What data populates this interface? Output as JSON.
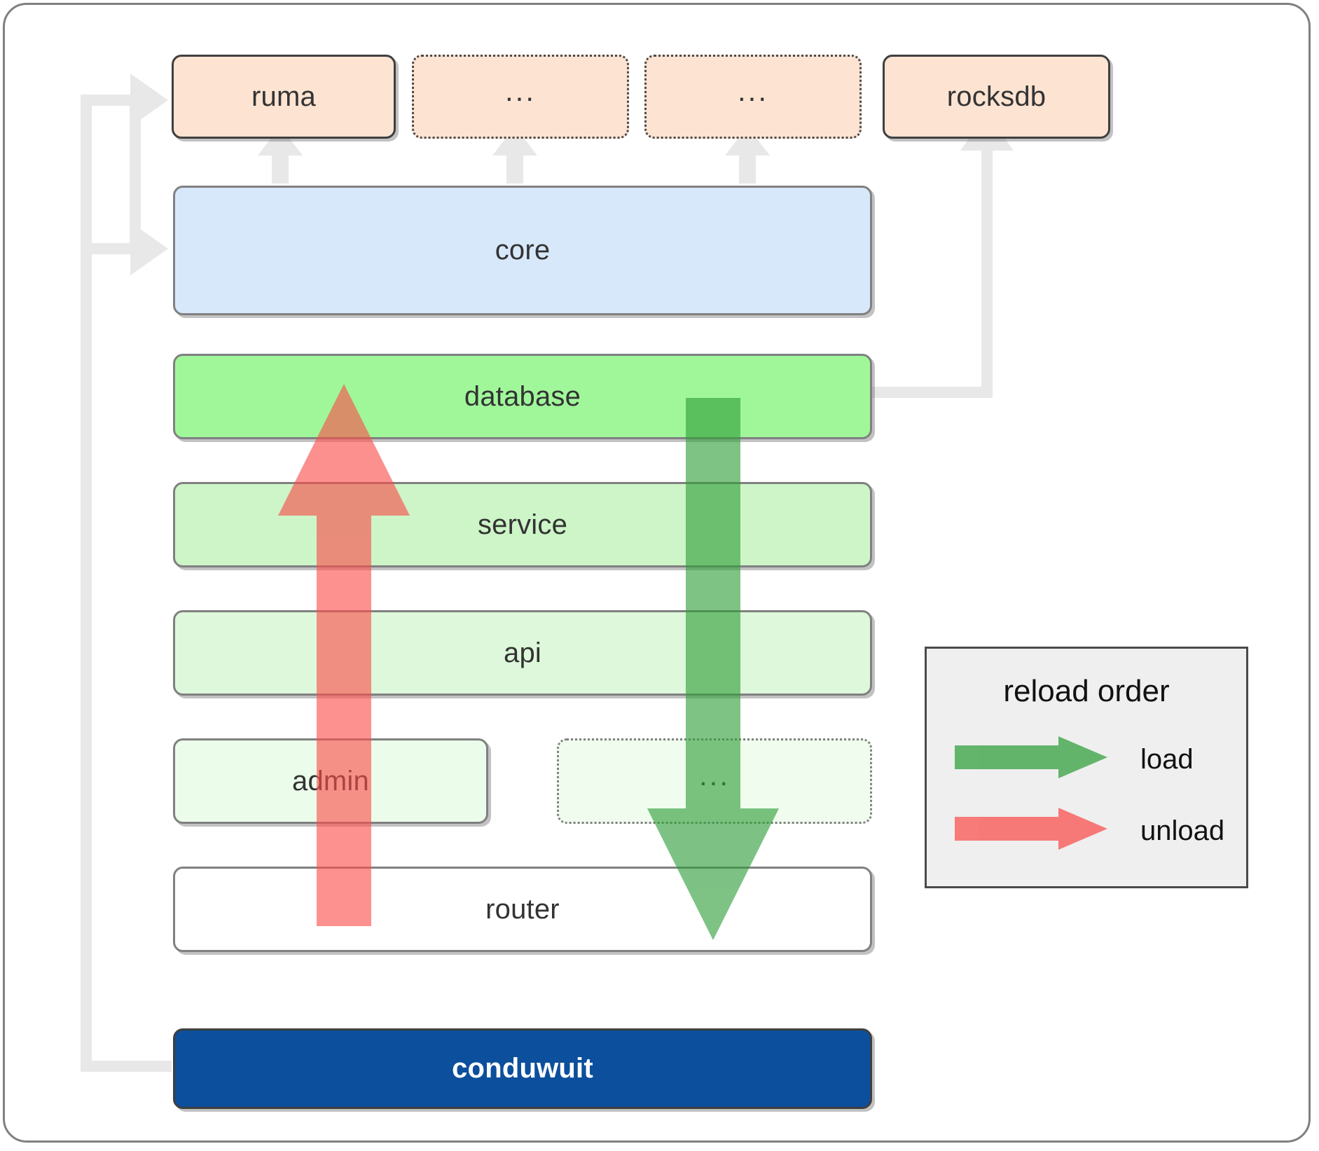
{
  "diagram": {
    "title": "conduwuit module layer / reload order diagram",
    "colors": {
      "peach": "#fde3d2",
      "blue": "#d7e8fb",
      "green_database": "#a0f79a",
      "green_service": "#cdf5c8",
      "green_api": "#ddf8da",
      "green_admin": "#ecfceb",
      "white_router": "#ffffff",
      "navy_conduwuit": "#0c4f9c",
      "connector_gray": "#e8e8e8",
      "load_green": "#4caf50",
      "unload_red": "#fa8583",
      "legend_bg": "#efefef",
      "frame_border": "#808080"
    },
    "top_row": [
      {
        "label": "ruma",
        "style": "solid",
        "name": "node-ruma"
      },
      {
        "label": "...",
        "style": "dotted",
        "name": "node-top-ellipsis-1"
      },
      {
        "label": "...",
        "style": "dotted",
        "name": "node-top-ellipsis-2"
      },
      {
        "label": "rocksdb",
        "style": "solid",
        "name": "node-rocksdb"
      }
    ],
    "layers": [
      {
        "label": "core",
        "name": "node-core"
      },
      {
        "label": "database",
        "name": "node-database"
      },
      {
        "label": "service",
        "name": "node-service"
      },
      {
        "label": "api",
        "name": "node-api"
      },
      {
        "label": "admin",
        "name": "node-admin"
      },
      {
        "label": "...",
        "name": "node-admin-ellipsis"
      },
      {
        "label": "router",
        "name": "node-router"
      }
    ],
    "root": {
      "label": "conduwuit",
      "name": "node-conduwuit"
    },
    "legend": {
      "title": "reload order",
      "items": [
        {
          "label": "load",
          "color": "#4caf50",
          "direction": "down"
        },
        {
          "label": "unload",
          "color": "#fa8583",
          "direction": "up"
        }
      ]
    },
    "flows": {
      "load_arrow": {
        "label": "load",
        "direction": "downward",
        "color": "#4caf50"
      },
      "unload_arrow": {
        "label": "unload",
        "direction": "upward",
        "color": "#fa8583"
      }
    }
  }
}
